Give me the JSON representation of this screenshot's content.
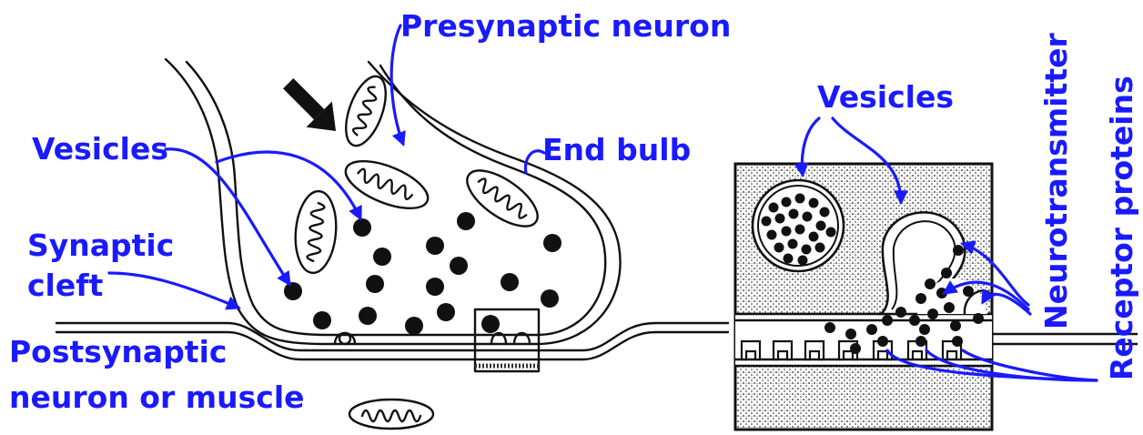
{
  "labels": {
    "presynaptic_neuron": "Presynaptic neuron",
    "vesicles_left": "Vesicles",
    "end_bulb": "End bulb",
    "synaptic_cleft_line1": "Synaptic",
    "synaptic_cleft_line2": "cleft",
    "postsynaptic_line1": "Postsynaptic",
    "postsynaptic_line2": "neuron or muscle",
    "vesicles_right": "Vesicles",
    "neurotransmitter": "Neurotransmitter",
    "receptor_proteins": "Receptor proteins"
  },
  "colors": {
    "label_blue": "#1a1aff",
    "ink": "#111111",
    "stipple_bg": "#d9d9d9"
  }
}
